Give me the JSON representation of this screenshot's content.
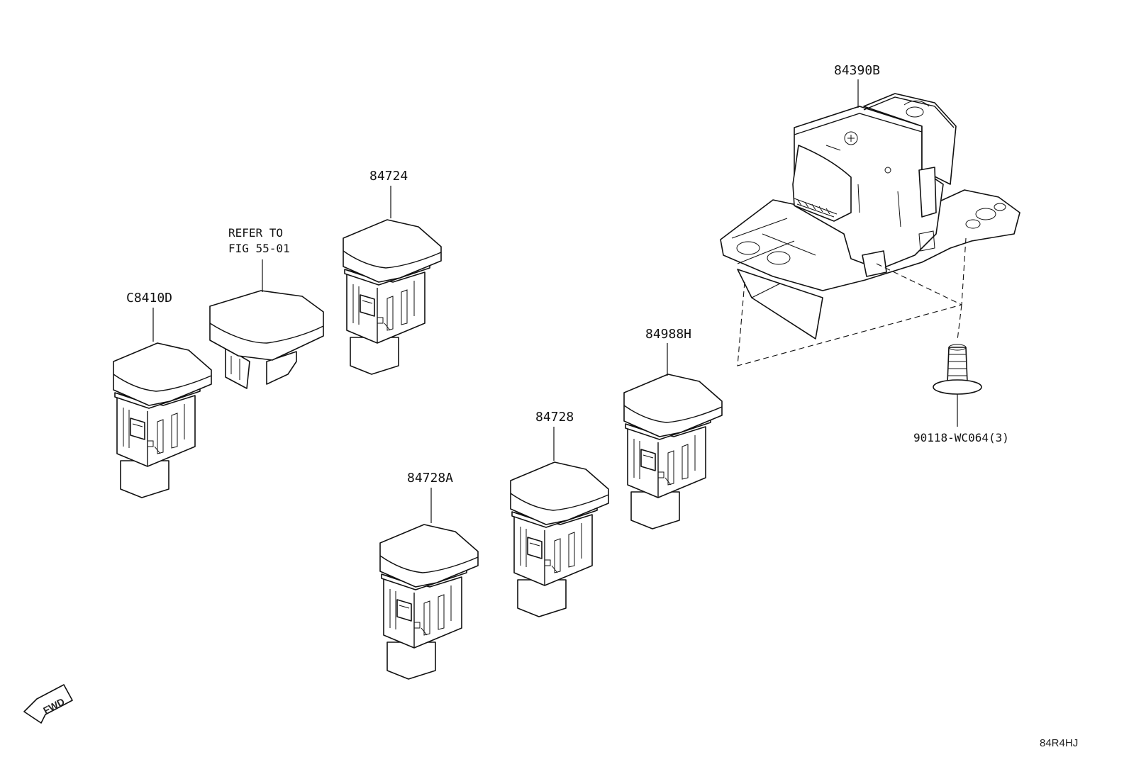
{
  "parts": {
    "c8410d": "C8410D",
    "refer_line1": "REFER TO",
    "refer_line2": "FIG 55-01",
    "p84724": "84724",
    "p84390b": "84390B",
    "p84988h": "84988H",
    "p84728": "84728",
    "p84728a": "84728A",
    "screw": "90118-WC064(3)"
  },
  "direction_arrow": "FWD",
  "diagram_code": "84R4HJ"
}
